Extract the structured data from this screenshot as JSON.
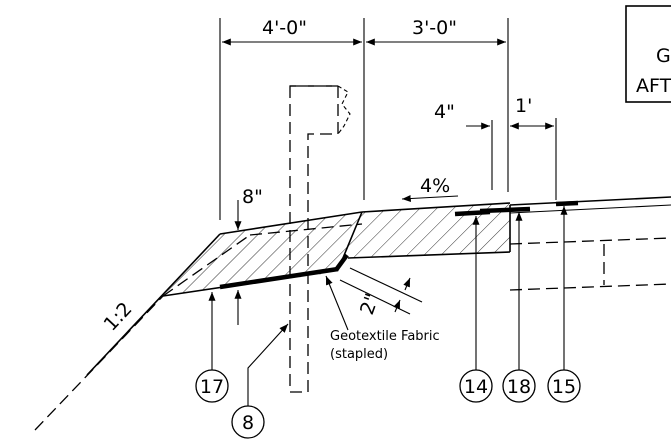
{
  "dimensions": {
    "left_width": "4'-0\"",
    "right_width": "3'-0\"",
    "offset_4in": "4\"",
    "offset_1ft": "1'",
    "depth_8in": "8\"",
    "thickness_2in": "2\"",
    "cross_slope": "4%",
    "side_slope": "1:2"
  },
  "notes": {
    "geotextile_line1": "Geotextile Fabric",
    "geotextile_line2": "(stapled)",
    "title_box_line1": "G",
    "title_box_line2": "AFT"
  },
  "callouts": {
    "c8": "8",
    "c14": "14",
    "c15": "15",
    "c17": "17",
    "c18": "18"
  }
}
